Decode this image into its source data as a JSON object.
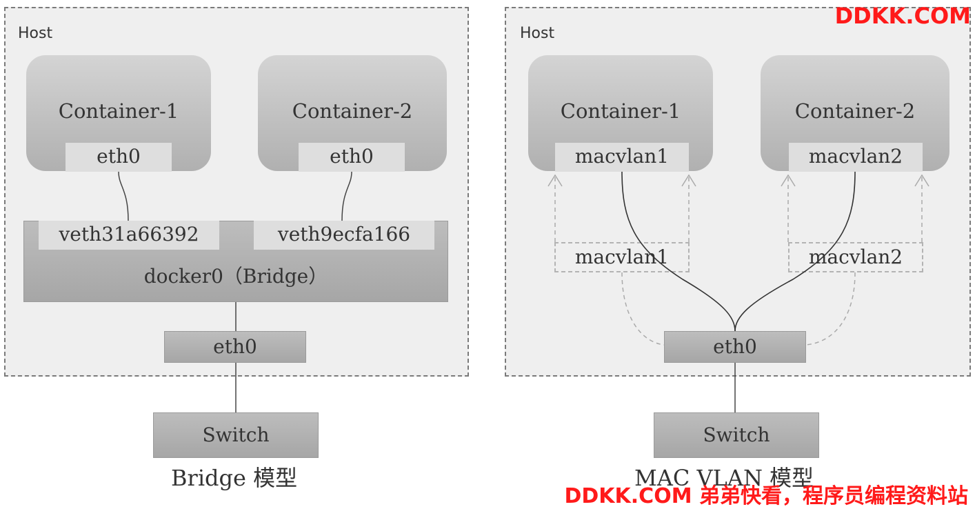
{
  "bridge_model": {
    "host_label": "Host",
    "containers": [
      {
        "name": "Container-1",
        "iface": "eth0"
      },
      {
        "name": "Container-2",
        "iface": "eth0"
      }
    ],
    "veth": [
      "veth31a66392",
      "veth9ecfa166"
    ],
    "bridge_label": "docker0（Bridge）",
    "host_iface": "eth0",
    "switch_label": "Switch",
    "caption": "Bridge 模型"
  },
  "macvlan_model": {
    "host_label": "Host",
    "containers": [
      {
        "name": "Container-1",
        "iface": "macvlan1"
      },
      {
        "name": "Container-2",
        "iface": "macvlan2"
      }
    ],
    "virtual_ifaces": [
      "macvlan1",
      "macvlan2"
    ],
    "host_iface": "eth0",
    "switch_label": "Switch",
    "caption": "MAC VLAN 模型"
  },
  "watermarks": {
    "top": "DDKK.COM",
    "bottom": "DDKK.COM 弟弟快看，程序员编程资料站"
  },
  "colors": {
    "watermark": "#ff1a1a",
    "host_bg": "#efefef",
    "box_gray": "#b0b0b0"
  }
}
